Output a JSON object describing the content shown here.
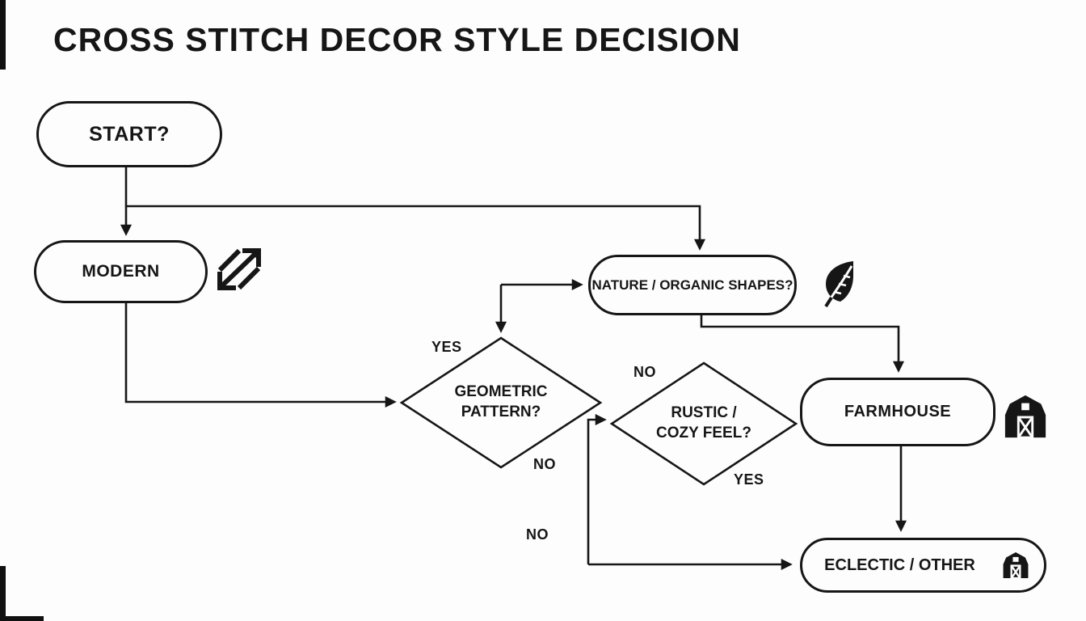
{
  "title": "CROSS STITCH DECOR STYLE DECISION",
  "nodes": {
    "start": {
      "label": "START?"
    },
    "modern": {
      "label": "MODERN",
      "icon": "geometric-pattern-icon"
    },
    "nature": {
      "label": "NATURE / ORGANIC SHAPES?",
      "icon": "leaf-icon"
    },
    "geometric_pattern": {
      "line1": "GEOMETRIC",
      "line2": "PATTERN?"
    },
    "rustic_cozy": {
      "line1": "RUSTIC /",
      "line2": "COZY FEEL?"
    },
    "farmhouse": {
      "label": "FARMHOUSE",
      "icon": "barn-icon"
    },
    "eclectic": {
      "label": "ECLECTIC / OTHER",
      "icon": "barn-small-icon"
    }
  },
  "edge_labels": {
    "geometric_yes": "YES",
    "geometric_no": "NO",
    "rustic_no": "NO",
    "rustic_yes": "YES",
    "eclectic_no": "NO"
  },
  "colors": {
    "ink": "#161616",
    "background": "#fdfdfd"
  }
}
